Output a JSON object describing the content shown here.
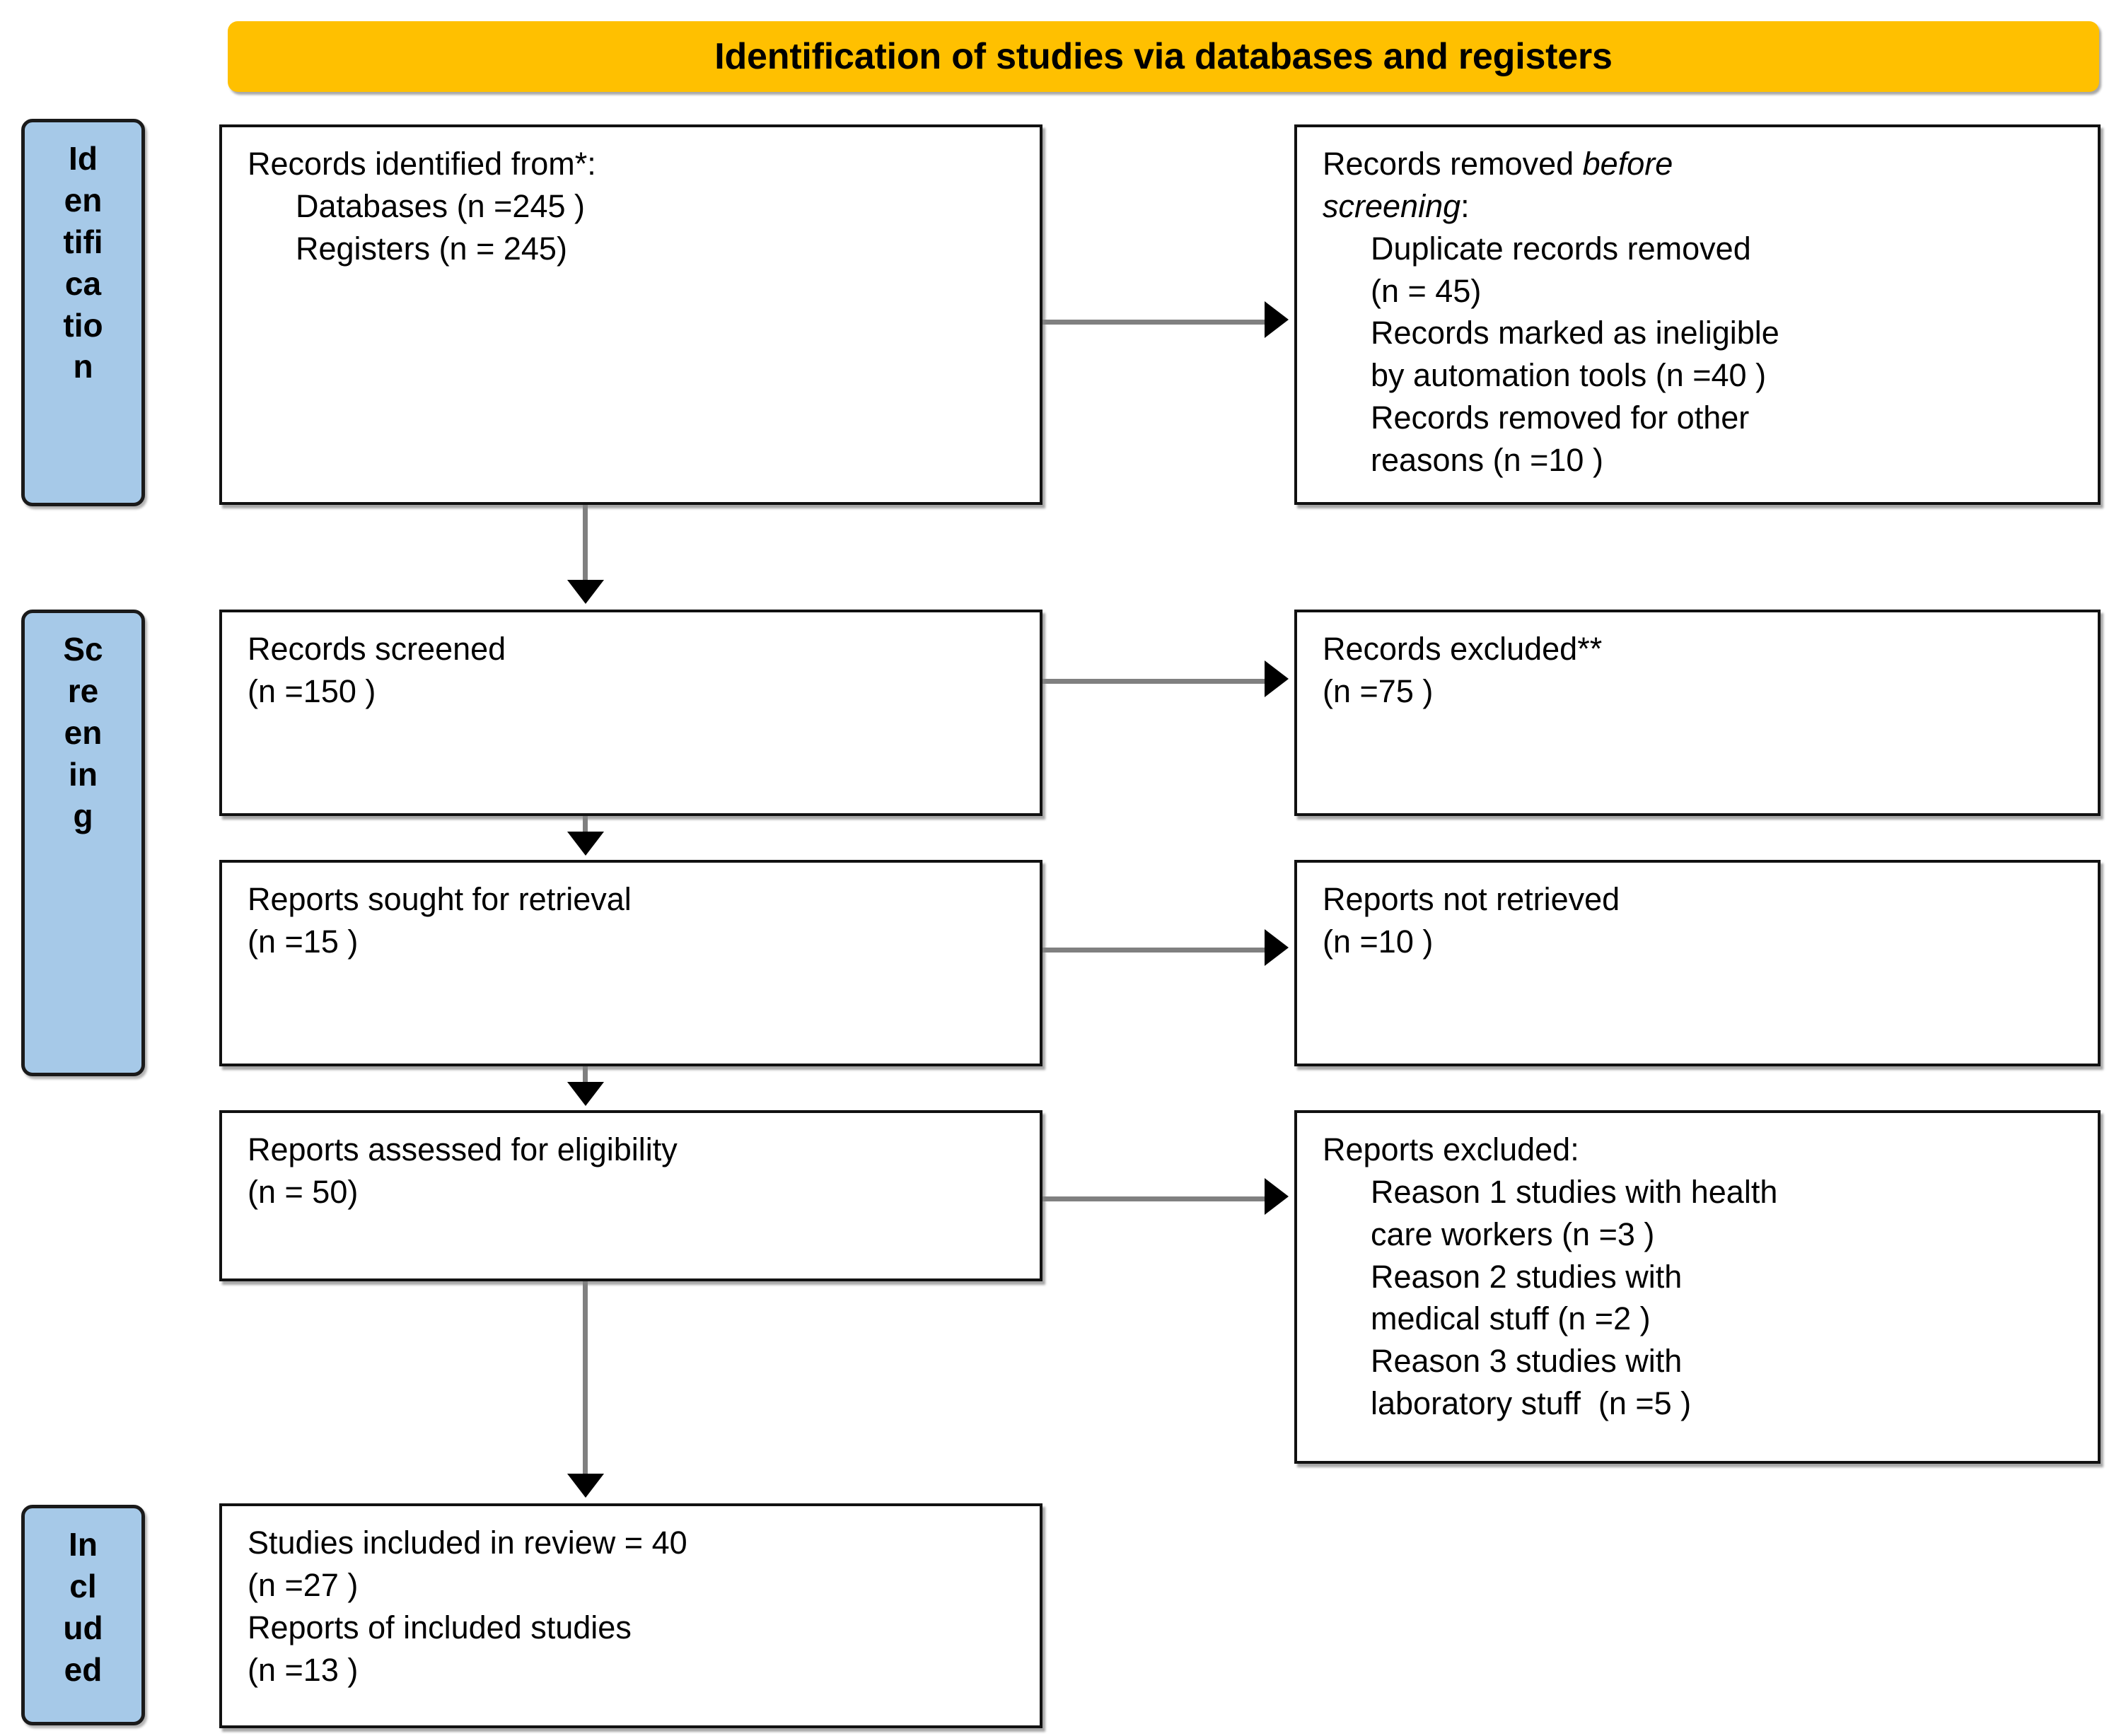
{
  "header": {
    "title": "Identification of studies via databases and registers",
    "background_color": "#FFC000"
  },
  "stages": {
    "identification": {
      "label": "Identification",
      "wrapped": "Id\nen\ntifi\nca\ntio\nn"
    },
    "screening": {
      "label": "Screening",
      "wrapped": "Sc\nre\nen\nin\ng"
    },
    "included": {
      "label": "Included",
      "wrapped": "In\ncl\nud\ned"
    },
    "background_color": "#A6C9E8"
  },
  "boxes": {
    "identified": {
      "name": "Records identified from",
      "lines": [
        "Records identified from*:",
        "Databases (n =245 )",
        "Registers (n = 245)"
      ]
    },
    "removed_before_screening": {
      "name": "Records removed before screening",
      "title_prefix": "Records removed ",
      "title_italic": "before",
      "title_italic_line2": "screening",
      "title_suffix": ":",
      "lines": [
        "Duplicate records removed",
        "(n = 45)",
        "Records marked as ineligible",
        "by automation tools (n =40 )",
        "Records removed for other",
        "reasons (n =10 )"
      ]
    },
    "records_screened": {
      "name": "Records screened",
      "lines": [
        "Records screened",
        "(n =150 )"
      ]
    },
    "records_excluded": {
      "name": "Records excluded",
      "lines": [
        "Records excluded**",
        "(n =75 )"
      ]
    },
    "reports_sought": {
      "name": "Reports sought for retrieval",
      "lines": [
        "Reports sought for retrieval",
        "(n =15 )"
      ]
    },
    "reports_not_retrieved": {
      "name": "Reports not retrieved",
      "lines": [
        "Reports not retrieved",
        "(n =10 )"
      ]
    },
    "reports_assessed": {
      "name": "Reports assessed for eligibility",
      "lines": [
        "Reports assessed for eligibility",
        "(n = 50)"
      ]
    },
    "reports_excluded": {
      "name": "Reports excluded",
      "title": "Reports excluded:",
      "lines": [
        "Reason 1 studies with health",
        "care workers (n =3 )",
        "Reason 2 studies with",
        "medical stuff (n =2 )",
        "Reason 3 studies with",
        "laboratory stuff  (n =5 )"
      ]
    },
    "studies_included": {
      "name": "Studies included in review",
      "lines": [
        "Studies included in review = 40",
        "(n =27 )",
        "Reports of included studies",
        "(n =13 )"
      ]
    }
  },
  "chart_data": {
    "type": "diagram",
    "title": "Identification of studies via databases and registers",
    "diagram_kind": "PRISMA flow diagram",
    "stages": [
      "Identification",
      "Screening",
      "Included"
    ],
    "nodes": [
      {
        "id": "identified",
        "stage": "Identification",
        "label": "Records identified from*",
        "values": {
          "Databases": 245,
          "Registers": 245
        }
      },
      {
        "id": "removed_before_screening",
        "stage": "Identification",
        "label": "Records removed before screening",
        "values": {
          "Duplicate records removed": 45,
          "Records marked as ineligible by automation tools": 40,
          "Records removed for other reasons": 10
        }
      },
      {
        "id": "records_screened",
        "stage": "Screening",
        "label": "Records screened",
        "values": {
          "n": 150
        }
      },
      {
        "id": "records_excluded",
        "stage": "Screening",
        "label": "Records excluded**",
        "values": {
          "n": 75
        }
      },
      {
        "id": "reports_sought",
        "stage": "Screening",
        "label": "Reports sought for retrieval",
        "values": {
          "n": 15
        }
      },
      {
        "id": "reports_not_retrieved",
        "stage": "Screening",
        "label": "Reports not retrieved",
        "values": {
          "n": 10
        }
      },
      {
        "id": "reports_assessed",
        "stage": "Screening",
        "label": "Reports assessed for eligibility",
        "values": {
          "n": 50
        }
      },
      {
        "id": "reports_excluded",
        "stage": "Screening",
        "label": "Reports excluded",
        "values": {
          "Reason 1 studies with health care workers": 3,
          "Reason 2 studies with medical stuff": 2,
          "Reason 3 studies with laboratory stuff": 5
        }
      },
      {
        "id": "studies_included",
        "stage": "Included",
        "label": "Studies included in review = 40",
        "values": {
          "Studies included in review": 40,
          "n studies": 27,
          "Reports of included studies": 13
        }
      }
    ],
    "edges": [
      {
        "from": "identified",
        "to": "removed_before_screening",
        "direction": "right"
      },
      {
        "from": "identified",
        "to": "records_screened",
        "direction": "down"
      },
      {
        "from": "records_screened",
        "to": "records_excluded",
        "direction": "right"
      },
      {
        "from": "records_screened",
        "to": "reports_sought",
        "direction": "down"
      },
      {
        "from": "reports_sought",
        "to": "reports_not_retrieved",
        "direction": "right"
      },
      {
        "from": "reports_sought",
        "to": "reports_assessed",
        "direction": "down"
      },
      {
        "from": "reports_assessed",
        "to": "reports_excluded",
        "direction": "right"
      },
      {
        "from": "reports_assessed",
        "to": "studies_included",
        "direction": "down"
      }
    ]
  }
}
